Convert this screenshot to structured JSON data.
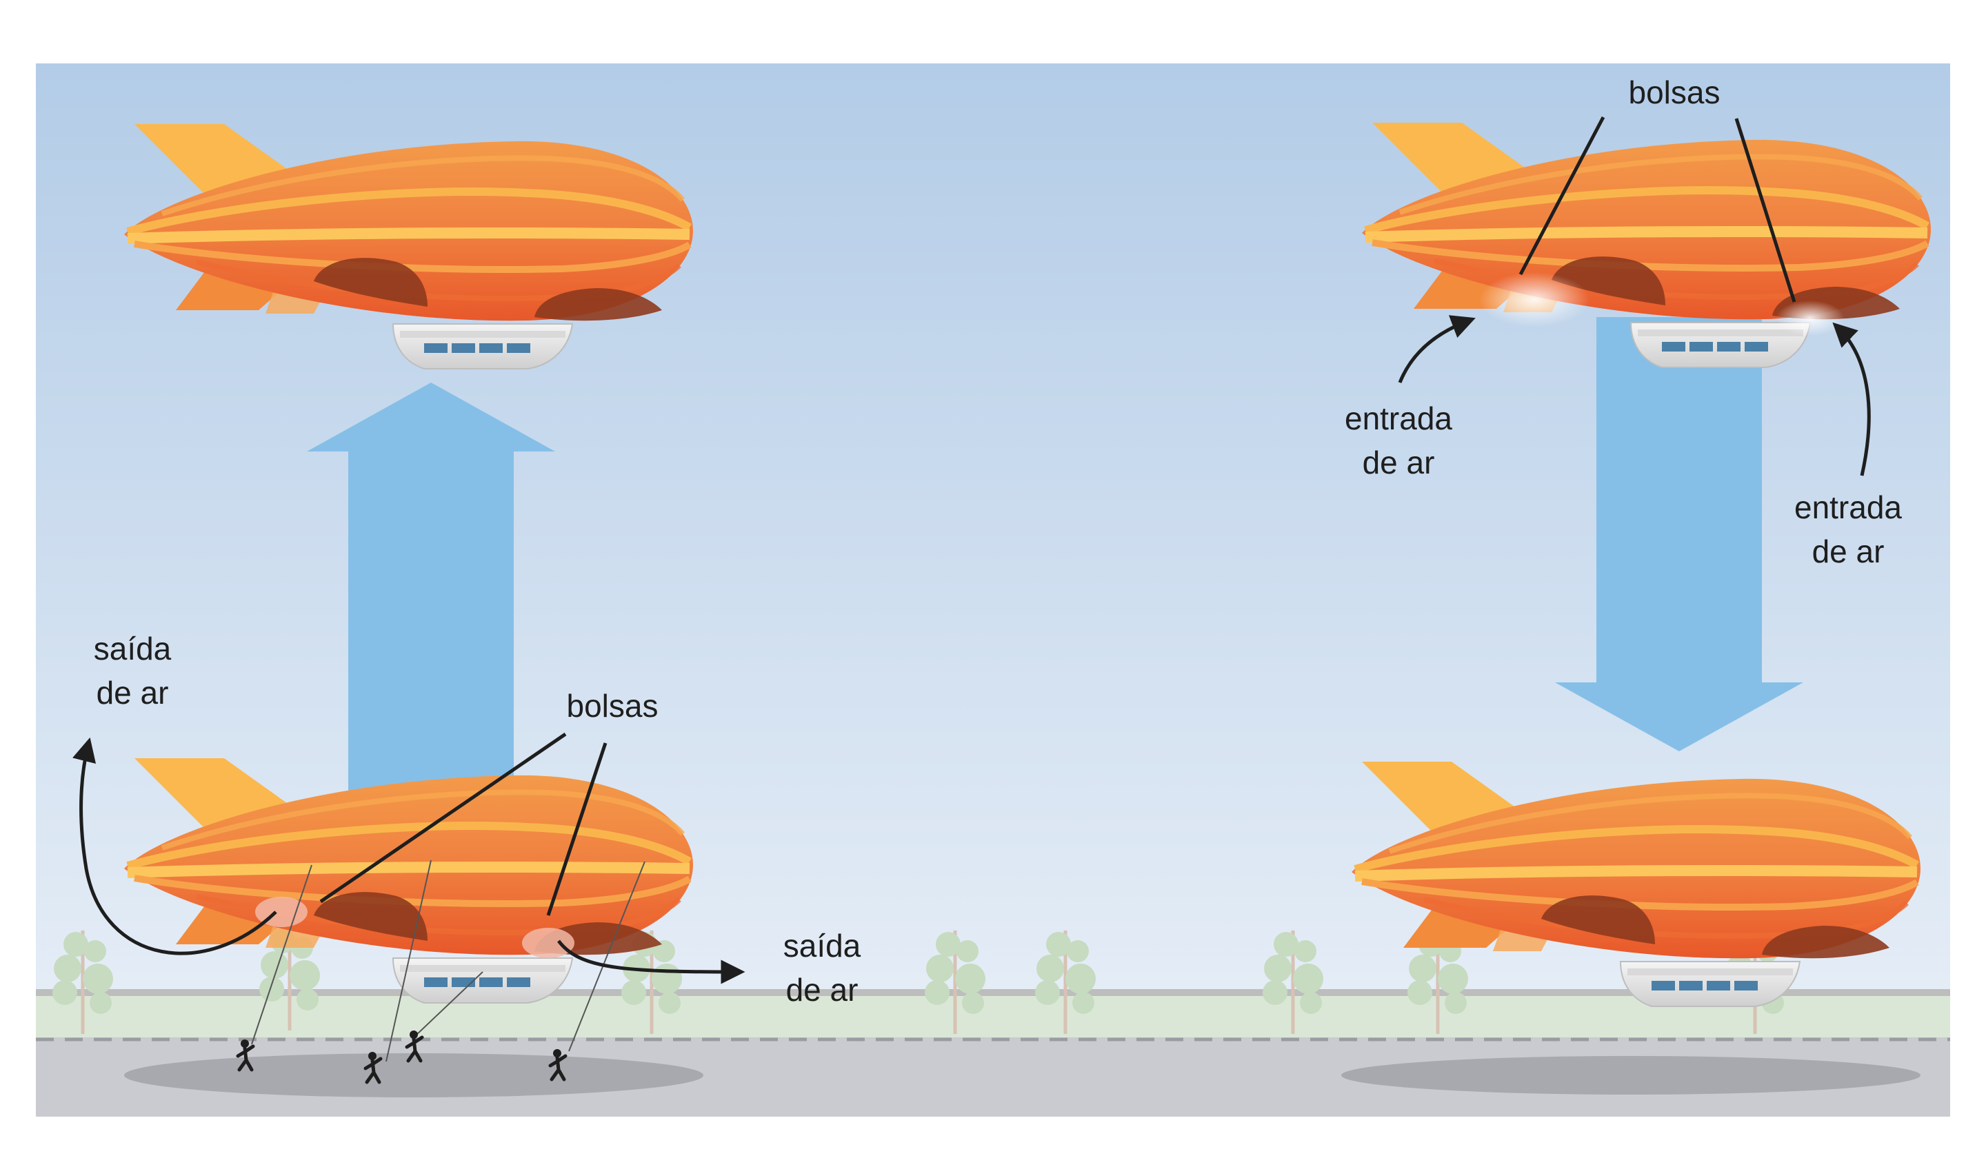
{
  "labels": {
    "left": {
      "exit_top": [
        "saída",
        "de ar"
      ],
      "bags": "bolsas",
      "exit_bottom": [
        "saída",
        "de ar"
      ]
    },
    "right": {
      "bags": "bolsas",
      "intake_left": [
        "entrada",
        "de ar"
      ],
      "intake_right": [
        "entrada",
        "de ar"
      ]
    }
  },
  "colors": {
    "sky_top": "#b3cce7",
    "sky_bottom": "#ebf1f8",
    "arrow": "#85bfe7",
    "hull": "#ef7a3d",
    "hull_stripe": "#f9b54c",
    "fin": "#fbb84e",
    "bag": "#8e3a1e",
    "gondola": "#e9e9e9",
    "window": "#4a7fa7",
    "grass": "#dbe7d6",
    "runway": "#c9cbd0"
  }
}
